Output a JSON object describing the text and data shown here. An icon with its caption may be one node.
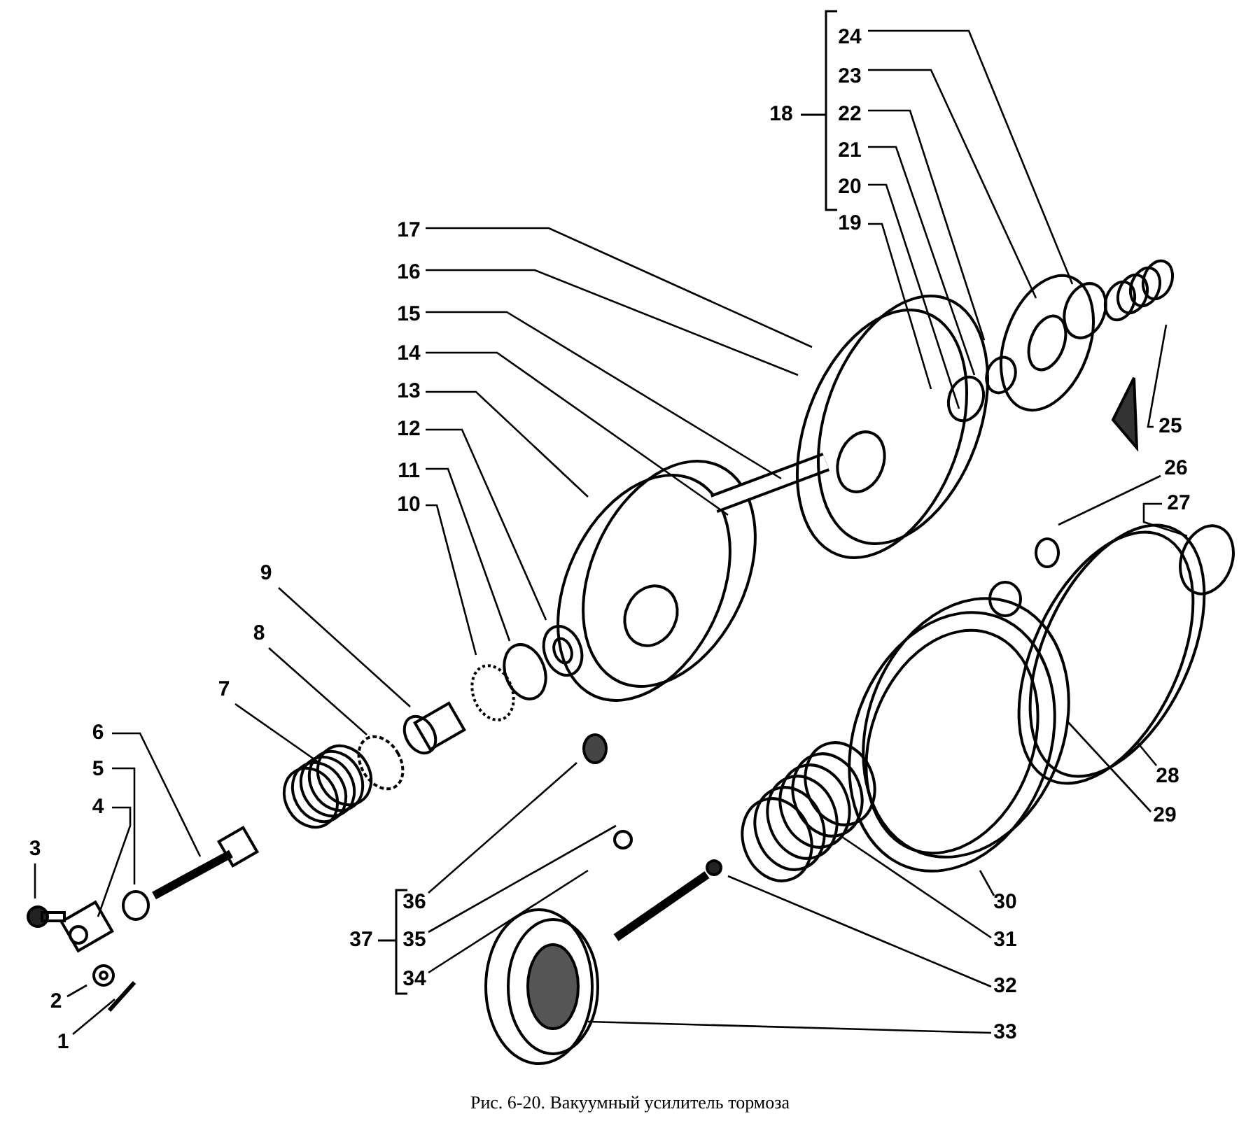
{
  "diagram": {
    "caption": "Рис. 6-20. Вакуумный усилитель тормоза",
    "nodes": [
      {
        "text": [
          "1"
        ]
      },
      {
        "text": [
          "2"
        ]
      },
      {
        "text": [
          "3"
        ]
      },
      {
        "text": [
          "4"
        ]
      },
      {
        "text": [
          "5"
        ]
      },
      {
        "text": [
          "6"
        ]
      },
      {
        "text": [
          "7"
        ]
      },
      {
        "text": [
          "8"
        ]
      },
      {
        "text": [
          "9"
        ]
      },
      {
        "text": [
          "10"
        ]
      },
      {
        "text": [
          "11"
        ]
      },
      {
        "text": [
          "12"
        ]
      },
      {
        "text": [
          "13"
        ]
      },
      {
        "text": [
          "14"
        ]
      },
      {
        "text": [
          "15"
        ]
      },
      {
        "text": [
          "16"
        ]
      },
      {
        "text": [
          "17"
        ]
      },
      {
        "text": [
          "19"
        ]
      },
      {
        "text": [
          "20"
        ]
      },
      {
        "text": [
          "21"
        ]
      },
      {
        "text": [
          "22"
        ]
      },
      {
        "text": [
          "23"
        ]
      },
      {
        "text": [
          "24"
        ]
      },
      {
        "text": [
          "25"
        ]
      },
      {
        "text": [
          "26"
        ]
      },
      {
        "text": [
          "27"
        ]
      },
      {
        "text": [
          "28"
        ]
      },
      {
        "text": [
          "29"
        ]
      },
      {
        "text": [
          "30"
        ]
      },
      {
        "text": [
          "31"
        ]
      },
      {
        "text": [
          "32"
        ]
      },
      {
        "text": [
          "33"
        ]
      },
      {
        "text": [
          "34"
        ]
      },
      {
        "text": [
          "35"
        ]
      },
      {
        "text": [
          "36"
        ]
      }
    ],
    "edges": [
      {
        "from": 0,
        "to": null,
        "arrow": "none"
      },
      {
        "from": 1,
        "to": null,
        "arrow": "none"
      },
      {
        "from": 2,
        "to": null,
        "arrow": "none"
      },
      {
        "from": 3,
        "to": null,
        "arrow": "none"
      },
      {
        "from": 4,
        "to": null,
        "arrow": "none"
      },
      {
        "from": 5,
        "to": null,
        "arrow": "none"
      },
      {
        "from": 6,
        "to": null,
        "arrow": "none"
      },
      {
        "from": 7,
        "to": null,
        "arrow": "none"
      },
      {
        "from": 8,
        "to": null,
        "arrow": "none"
      },
      {
        "from": 9,
        "to": null,
        "arrow": "none"
      },
      {
        "from": 10,
        "to": null,
        "arrow": "none"
      },
      {
        "from": 11,
        "to": null,
        "arrow": "none"
      },
      {
        "from": 12,
        "to": null,
        "arrow": "none"
      },
      {
        "from": 13,
        "to": null,
        "arrow": "none"
      },
      {
        "from": 14,
        "to": null,
        "arrow": "none"
      },
      {
        "from": 15,
        "to": null,
        "arrow": "none"
      },
      {
        "from": 16,
        "to": null,
        "arrow": "none"
      },
      {
        "from": 17,
        "to": null,
        "arrow": "none"
      },
      {
        "from": 18,
        "to": null,
        "arrow": "none"
      },
      {
        "from": 19,
        "to": null,
        "arrow": "none"
      },
      {
        "from": 20,
        "to": null,
        "arrow": "none"
      },
      {
        "from": 21,
        "to": null,
        "arrow": "none"
      },
      {
        "from": 22,
        "to": null,
        "arrow": "none"
      },
      {
        "from": 23,
        "to": null,
        "arrow": "none"
      },
      {
        "from": 24,
        "to": null,
        "arrow": "none"
      },
      {
        "from": 25,
        "to": null,
        "arrow": "none"
      },
      {
        "from": 26,
        "to": null,
        "arrow": "none"
      },
      {
        "from": 27,
        "to": null,
        "arrow": "none"
      },
      {
        "from": 28,
        "to": null,
        "arrow": "none"
      },
      {
        "from": 29,
        "to": null,
        "arrow": "none"
      },
      {
        "from": 30,
        "to": null,
        "arrow": "none"
      },
      {
        "from": 31,
        "to": null,
        "arrow": "none"
      },
      {
        "from": 32,
        "to": null,
        "arrow": "none"
      },
      {
        "from": 33,
        "to": null,
        "arrow": "none"
      },
      {
        "from": 34,
        "to": null,
        "arrow": "none"
      }
    ],
    "labels": [
      "18",
      "37"
    ]
  }
}
